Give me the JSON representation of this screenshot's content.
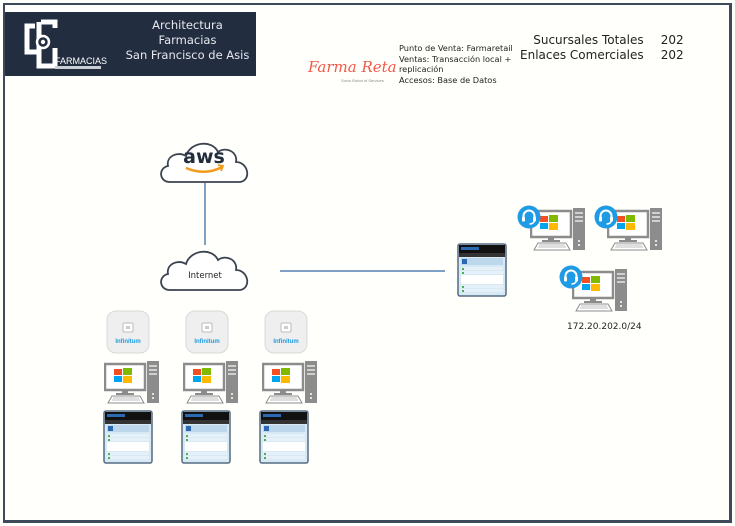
{
  "header": {
    "title_lines": [
      "Architectura",
      "Farmacias",
      "San Francisco de Asis"
    ],
    "logo_text": "FARMACIAS",
    "logo_subtext": "SAN FRANCISCO DE ASIS"
  },
  "retail_logo": {
    "name": "Farma Retail",
    "tagline": "Socio Robot of Services"
  },
  "info": {
    "lines": [
      "Punto de Venta: Farmaretail",
      "Ventas: Transacción local +",
      "replicación",
      "Accesos: Base de Datos"
    ]
  },
  "totals": {
    "rows": [
      {
        "label": "Sucursales Totales",
        "value": "202"
      },
      {
        "label": "Enlaces Comerciales",
        "value": "202"
      }
    ]
  },
  "diagram": {
    "cloud_aws_label": "aws",
    "cloud_internet_label": "Internet",
    "router_brand": "Infinitum",
    "router_count": 3,
    "branch_pc_count": 3,
    "branch_app_window_count": 3,
    "central_app_window_count": 1,
    "support_pc_count": 3,
    "subnet_label": "172.20.202.0/24",
    "icons": {
      "cloud": "cloud-icon",
      "router": "wifi-router-icon",
      "pc": "windows-desktop-icon",
      "app": "app-window-icon",
      "support": "headset-icon"
    },
    "colors": {
      "line": "#7f9fc4",
      "cloud_stroke": "#3b4350",
      "aws_smile": "#f39a1c",
      "router_text": "#1c9ae0",
      "headset_badge": "#1e9be4",
      "win_red": "#f25022",
      "win_green": "#7fba00",
      "win_blue": "#00a4ef",
      "win_yellow": "#ffb900"
    }
  }
}
